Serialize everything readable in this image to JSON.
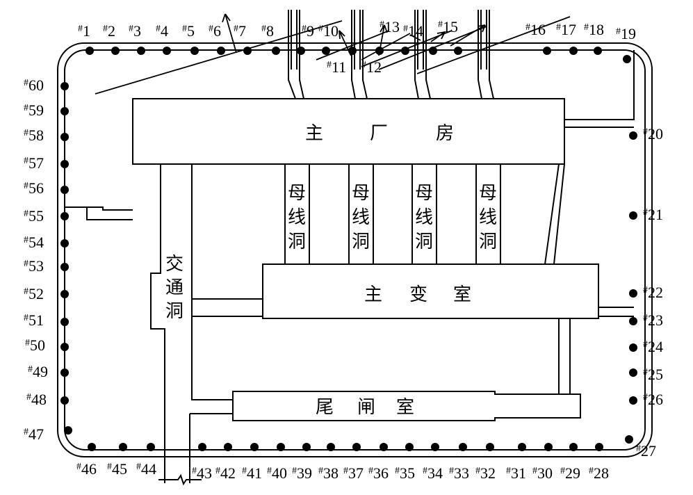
{
  "rooms": {
    "main_powerhouse": [
      "主",
      "厂",
      "房"
    ],
    "busbar_tunnel": [
      "母",
      "线",
      "洞"
    ],
    "main_transformer": [
      "主",
      "变",
      "室"
    ],
    "tailrace_gate": [
      "尾",
      "闸",
      "室"
    ],
    "access_tunnel": [
      "交",
      "通",
      "洞"
    ]
  },
  "points": [
    "#1",
    "#2",
    "#3",
    "#4",
    "#5",
    "#6",
    "#7",
    "#8",
    "#9",
    "#10",
    "#11",
    "#12",
    "#13",
    "#14",
    "#15",
    "#16",
    "#17",
    "#18",
    "#19",
    "#20",
    "#21",
    "#22",
    "#23",
    "#24",
    "#25",
    "#26",
    "#27",
    "#28",
    "#29",
    "#30",
    "#31",
    "#32",
    "#33",
    "#34",
    "#35",
    "#36",
    "#37",
    "#38",
    "#39",
    "#40",
    "#41",
    "#42",
    "#43",
    "#44",
    "#45",
    "#46",
    "#47",
    "#48",
    "#49",
    "#50",
    "#51",
    "#52",
    "#53",
    "#54",
    "#55",
    "#56",
    "#57",
    "#58",
    "#59",
    "#60"
  ],
  "colors": {
    "stroke": "#000000",
    "background": "#ffffff"
  }
}
